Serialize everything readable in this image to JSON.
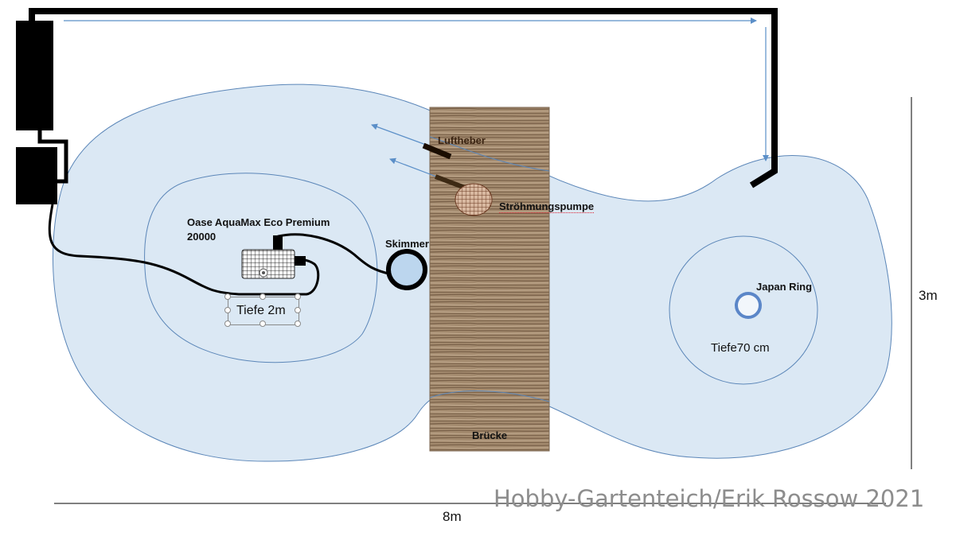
{
  "labels": {
    "luftheber": "Luftheber",
    "stroemungspumpe": "Ströhmungspumpe",
    "oase_line1": "Oase AquaMax Eco Premium",
    "oase_line2": "20000",
    "skimmer": "Skimmer",
    "tiefe_2m": "Tiefe 2m",
    "japan_ring": "Japan Ring",
    "tiefe_70cm": "Tiefe70 cm",
    "bruecke": "Brücke",
    "dim_height": "3m",
    "dim_width": "8m"
  },
  "watermark": "Hobby-Gartenteich/Erik Rossow 2021",
  "colors": {
    "water_fill": "#dbe8f4",
    "water_outline": "#5b86b8",
    "pipe": "#000000",
    "flow_arrow": "#5b8fc8",
    "bridge_wood": "#a58a6c",
    "japan_ring": "#5b86c8",
    "skimmer_fill": "#bcd6ee"
  }
}
